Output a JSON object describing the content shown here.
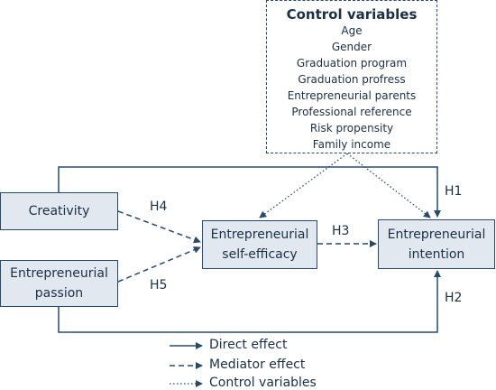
{
  "control": {
    "title": "Control variables",
    "items": [
      "Age",
      "Gender",
      "Graduation program",
      "Graduation profress",
      "Entrepreneurial parents",
      "Professional reference",
      "Risk propensity",
      "Family income"
    ]
  },
  "nodes": {
    "creativity": "Creativity",
    "passion_l1": "Entrepreneurial",
    "passion_l2": "passion",
    "efficacy_l1": "Entrepreneurial",
    "efficacy_l2": "self-efficacy",
    "intention_l1": "Entrepreneurial",
    "intention_l2": "intention"
  },
  "hypotheses": {
    "h1": "H1",
    "h2": "H2",
    "h3": "H3",
    "h4": "H4",
    "h5": "H5"
  },
  "legend": {
    "direct": "Direct effect",
    "mediator": "Mediator effect",
    "control": "Control variables"
  },
  "colors": {
    "line": "#2a4a6b",
    "box_fill": "#e2e8f0"
  }
}
